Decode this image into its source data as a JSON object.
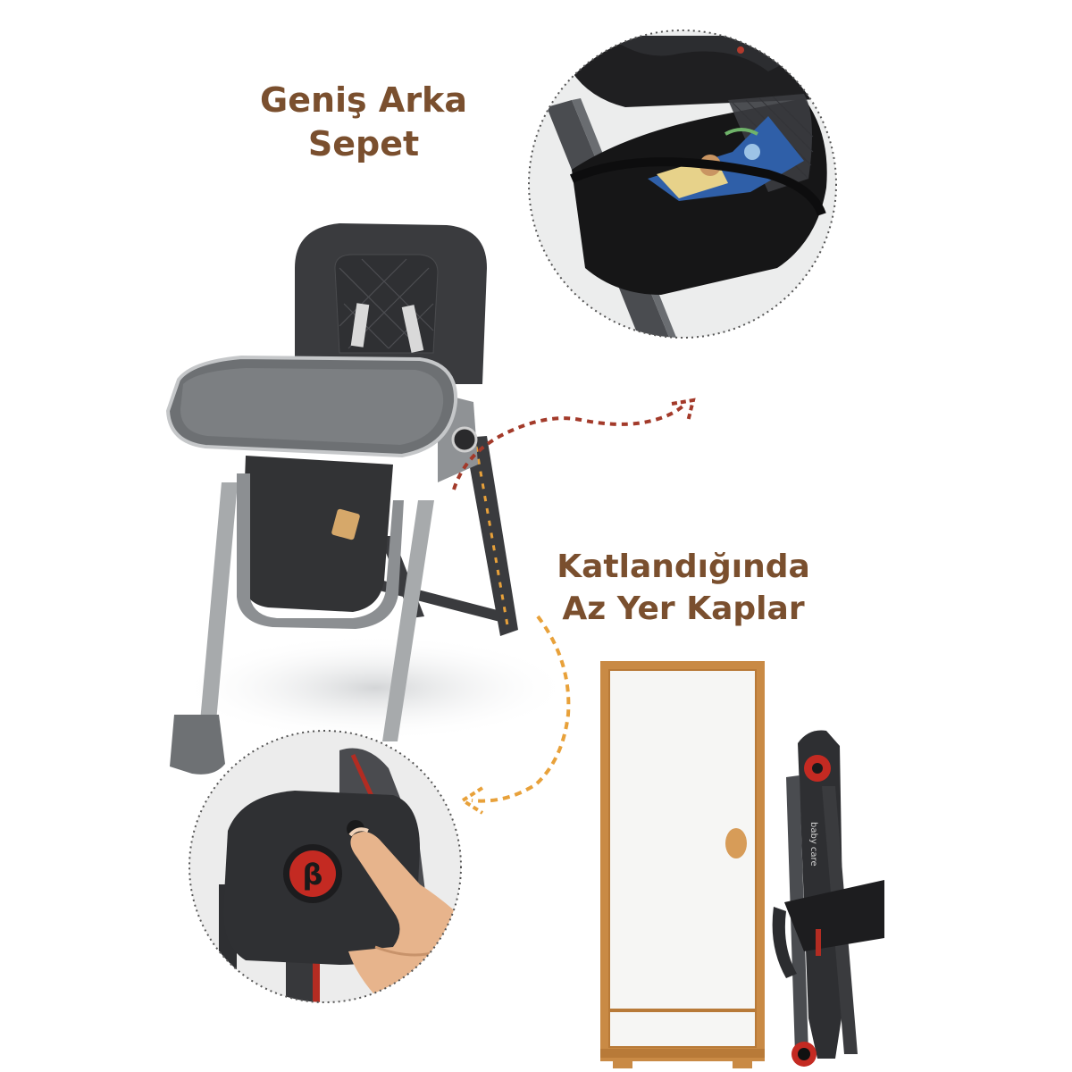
{
  "captions": {
    "basket_line1": "Geniş Arka",
    "basket_line2": "Sepet",
    "fold_line1": "Katlandığında",
    "fold_line2": "Az Yer Kaplar"
  },
  "brand": {
    "name": "baby care"
  },
  "colors": {
    "caption": "#7a4f2e",
    "arrow_red": "#a33a2a",
    "arrow_orange": "#e8a13a",
    "seat_dark": "#3a3b3e",
    "tray_gray": "#6d7073",
    "frame_gray": "#9ea1a3",
    "wardrobe_wood": "#c98a45",
    "wardrobe_door": "#f6f6f4"
  },
  "icons": {
    "red_arrow": "dotted-curved-arrow",
    "orange_arrow": "dotted-curved-arrow",
    "button_logo": "baby-care-logo-icon"
  }
}
